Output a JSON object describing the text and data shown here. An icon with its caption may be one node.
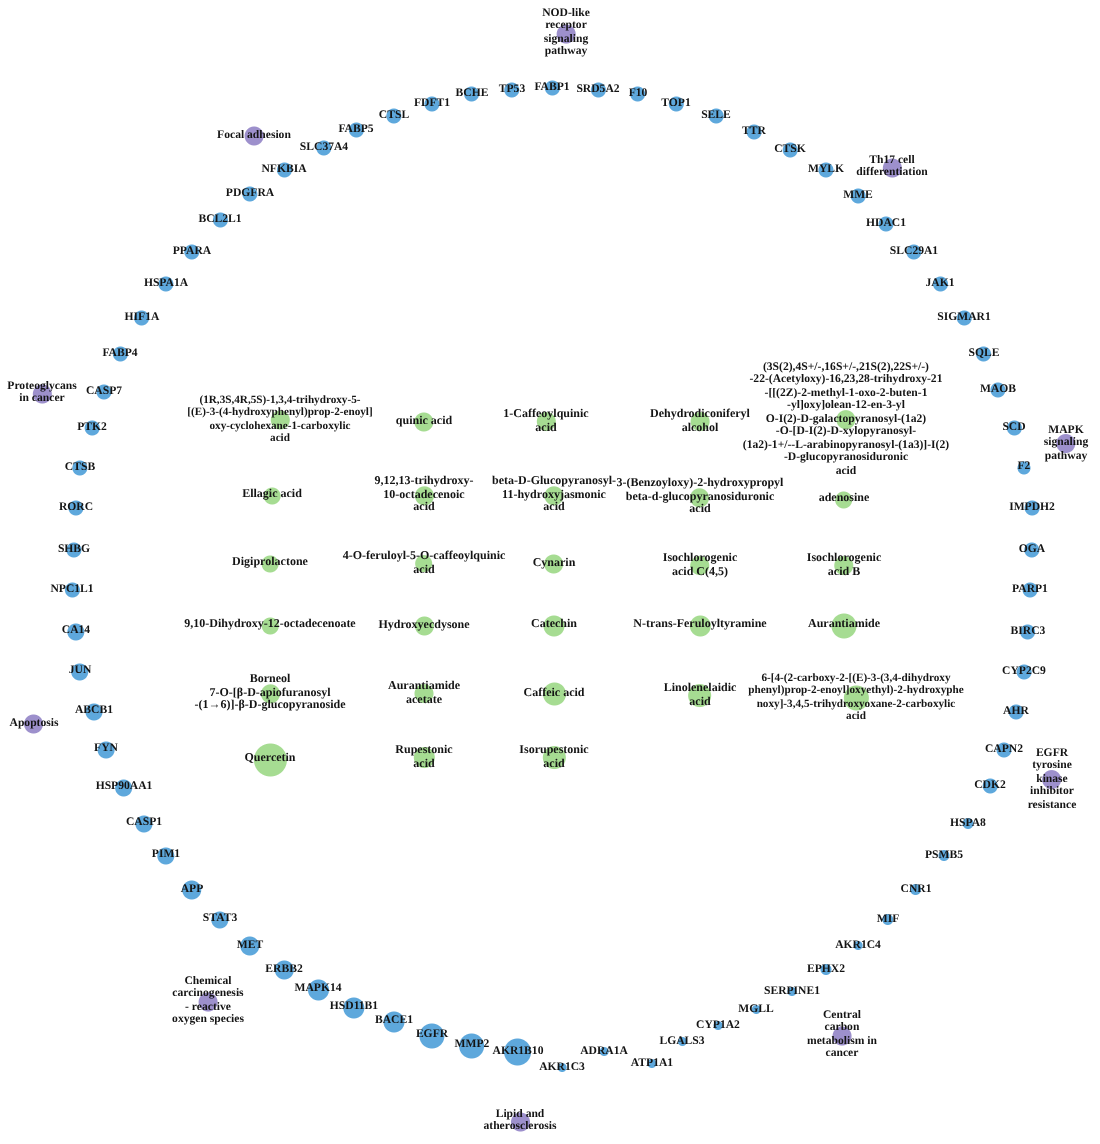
{
  "diagram": {
    "nodes": [
      {
        "text": [
          "NOD-like receptor signaling pathway"
        ]
      },
      {
        "text": [
          "FABP1"
        ]
      },
      {
        "text": [
          "SRD5A2"
        ]
      },
      {
        "text": [
          "F10"
        ]
      },
      {
        "text": [
          "TOP1"
        ]
      },
      {
        "text": [
          "SELE"
        ]
      },
      {
        "text": [
          "TTR"
        ]
      },
      {
        "text": [
          "CTSK"
        ]
      },
      {
        "text": [
          "MYLK"
        ]
      },
      {
        "text": [
          "Th17 cell differentiation"
        ]
      },
      {
        "text": [
          "MME"
        ]
      },
      {
        "text": [
          "HDAC1"
        ]
      },
      {
        "text": [
          "SLC29A1"
        ]
      },
      {
        "text": [
          "JAK1"
        ]
      },
      {
        "text": [
          "SIGMAR1"
        ]
      },
      {
        "text": [
          "SQLE"
        ]
      },
      {
        "text": [
          "MAOB"
        ]
      },
      {
        "text": [
          "SCD"
        ]
      },
      {
        "text": [
          "MAPK signaling pathway"
        ]
      },
      {
        "text": [
          "F2"
        ]
      },
      {
        "text": [
          "IMPDH2"
        ]
      },
      {
        "text": [
          "OGA"
        ]
      },
      {
        "text": [
          "PARP1"
        ]
      },
      {
        "text": [
          "BIRC3"
        ]
      },
      {
        "text": [
          "CYP2C9"
        ]
      },
      {
        "text": [
          "AHR"
        ]
      },
      {
        "text": [
          "CAPN2"
        ]
      },
      {
        "text": [
          "EGFR tyrosine kinase inhibitor resistance"
        ]
      },
      {
        "text": [
          "CDK2"
        ]
      },
      {
        "text": [
          "HSPA8"
        ]
      },
      {
        "text": [
          "PSMB5"
        ]
      },
      {
        "text": [
          "CNR1"
        ]
      },
      {
        "text": [
          "MIF"
        ]
      },
      {
        "text": [
          "AKR1C4"
        ]
      },
      {
        "text": [
          "EPHX2"
        ]
      },
      {
        "text": [
          "Central carbon metabolism in cancer"
        ]
      },
      {
        "text": [
          "SERPINE1"
        ]
      },
      {
        "text": [
          "MGLL"
        ]
      },
      {
        "text": [
          "CYP1A2"
        ]
      },
      {
        "text": [
          "LGALS3"
        ]
      },
      {
        "text": [
          "ATP1A1"
        ]
      },
      {
        "text": [
          "ADRA1A"
        ]
      },
      {
        "text": [
          "AKR1C3"
        ]
      },
      {
        "text": [
          "Lipid and atherosclerosis"
        ]
      },
      {
        "text": [
          "AKR1B10"
        ]
      },
      {
        "text": [
          "MMP2"
        ]
      },
      {
        "text": [
          "EGFR"
        ]
      },
      {
        "text": [
          "BACE1"
        ]
      },
      {
        "text": [
          "HSD11B1"
        ]
      },
      {
        "text": [
          "MAPK14"
        ]
      },
      {
        "text": [
          "Chemical carcinogenesis - reactive oxygen species"
        ]
      },
      {
        "text": [
          "ERBB2"
        ]
      },
      {
        "text": [
          "MET"
        ]
      },
      {
        "text": [
          "STAT3"
        ]
      },
      {
        "text": [
          "APP"
        ]
      },
      {
        "text": [
          "PIM1"
        ]
      },
      {
        "text": [
          "CASP1"
        ]
      },
      {
        "text": [
          "HSP90AA1"
        ]
      },
      {
        "text": [
          "FYN"
        ]
      },
      {
        "text": [
          "Apoptosis"
        ]
      },
      {
        "text": [
          "ABCB1"
        ]
      },
      {
        "text": [
          "JUN"
        ]
      },
      {
        "text": [
          "CA14"
        ]
      },
      {
        "text": [
          "NPC1L1"
        ]
      },
      {
        "text": [
          "SHBG"
        ]
      },
      {
        "text": [
          "RORC"
        ]
      },
      {
        "text": [
          "CTSB"
        ]
      },
      {
        "text": [
          "PTK2"
        ]
      },
      {
        "text": [
          "CASP7"
        ]
      },
      {
        "text": [
          "Proteoglycans in cancer"
        ]
      },
      {
        "text": [
          "FABP4"
        ]
      },
      {
        "text": [
          "HIF1A"
        ]
      },
      {
        "text": [
          "HSPA1A"
        ]
      },
      {
        "text": [
          "PPARA"
        ]
      },
      {
        "text": [
          "BCL2L1"
        ]
      },
      {
        "text": [
          "PDGFRA"
        ]
      },
      {
        "text": [
          "NFKBIA"
        ]
      },
      {
        "text": [
          "Focal adhesion"
        ]
      },
      {
        "text": [
          "SLC37A4"
        ]
      },
      {
        "text": [
          "FABP5"
        ]
      },
      {
        "text": [
          "CTSL"
        ]
      },
      {
        "text": [
          "FDFT1"
        ]
      },
      {
        "text": [
          "BCHE"
        ]
      },
      {
        "text": [
          "TP53"
        ]
      },
      {
        "text": [
          "(1R,3S,4R,5S)-1,3,4-trihydroxy-5- [(E)-3-(4-hydroxyphenyl)prop-2-enoyl] oxy-cyclohexane-1-carboxylic acid"
        ]
      },
      {
        "text": [
          "quinic acid"
        ]
      },
      {
        "text": [
          "1-Caffeoylquinic acid"
        ]
      },
      {
        "text": [
          "Dehydrodiconiferyl alcohol"
        ]
      },
      {
        "text": [
          "(3S(2),4S+/-,16S+/-,21S(2),22S+/-) -22-(Acetyloxy)-16,23,28-trihydroxy-21 -[[(2Z)-2-methyl-1-oxo-2-buten-1 -yl]oxy]olean-12-en-3-yl O-I(2)-D-galactopyranosyl-(1a2) -O-[D-I(2)-D-xylopyranosyl- (1a2)-1+/--L-arabinopyranosyl-(1a3)]-I(2) -D-glucopyranosiduronic acid"
        ]
      },
      {
        "text": [
          "Ellagic acid"
        ]
      },
      {
        "text": [
          "9,12,13-trihydroxy- 10-octadecenoic acid"
        ]
      },
      {
        "text": [
          "beta-D-Glucopyranosyl- 11-hydroxyjasmonic acid"
        ]
      },
      {
        "text": [
          "3-(Benzoyloxy)-2-hydroxypropyl beta-d-glucopyranosiduronic acid"
        ]
      },
      {
        "text": [
          "adenosine"
        ]
      },
      {
        "text": [
          "Digiprolactone"
        ]
      },
      {
        "text": [
          "4-O-feruloyl-5-O-caffeoylquinic acid"
        ]
      },
      {
        "text": [
          "Cynarin"
        ]
      },
      {
        "text": [
          "Isochlorogenic acid C(4,5)"
        ]
      },
      {
        "text": [
          "Isochlorogenic acid B"
        ]
      },
      {
        "text": [
          "9,10-Dihydroxy-12-octadecenoate"
        ]
      },
      {
        "text": [
          "Hydroxyecdysone"
        ]
      },
      {
        "text": [
          "Catechin"
        ]
      },
      {
        "text": [
          "N-trans-Feruloyltyramine"
        ]
      },
      {
        "text": [
          "Aurantiamide"
        ]
      },
      {
        "text": [
          "Borneol 7-O-[β-D-apiofuranosyl -(1→6)]-β-D-glucopyranoside"
        ]
      },
      {
        "text": [
          "Aurantiamide acetate"
        ]
      },
      {
        "text": [
          "Caffeic acid"
        ]
      },
      {
        "text": [
          "Linolenelaidic acid"
        ]
      },
      {
        "text": [
          "6-[4-(2-carboxy-2-[(E)-3-(3,4-dihydroxy phenyl)prop-2-enoyl]oxyethyl)-2-hydroxyphe noxy]-3,4,5-trihydroxyoxane-2-carboxylic acid"
        ]
      },
      {
        "text": [
          "Quercetin"
        ]
      },
      {
        "text": [
          "Rupestonic acid"
        ]
      },
      {
        "text": [
          "Isorupestonic acid"
        ]
      }
    ]
  }
}
